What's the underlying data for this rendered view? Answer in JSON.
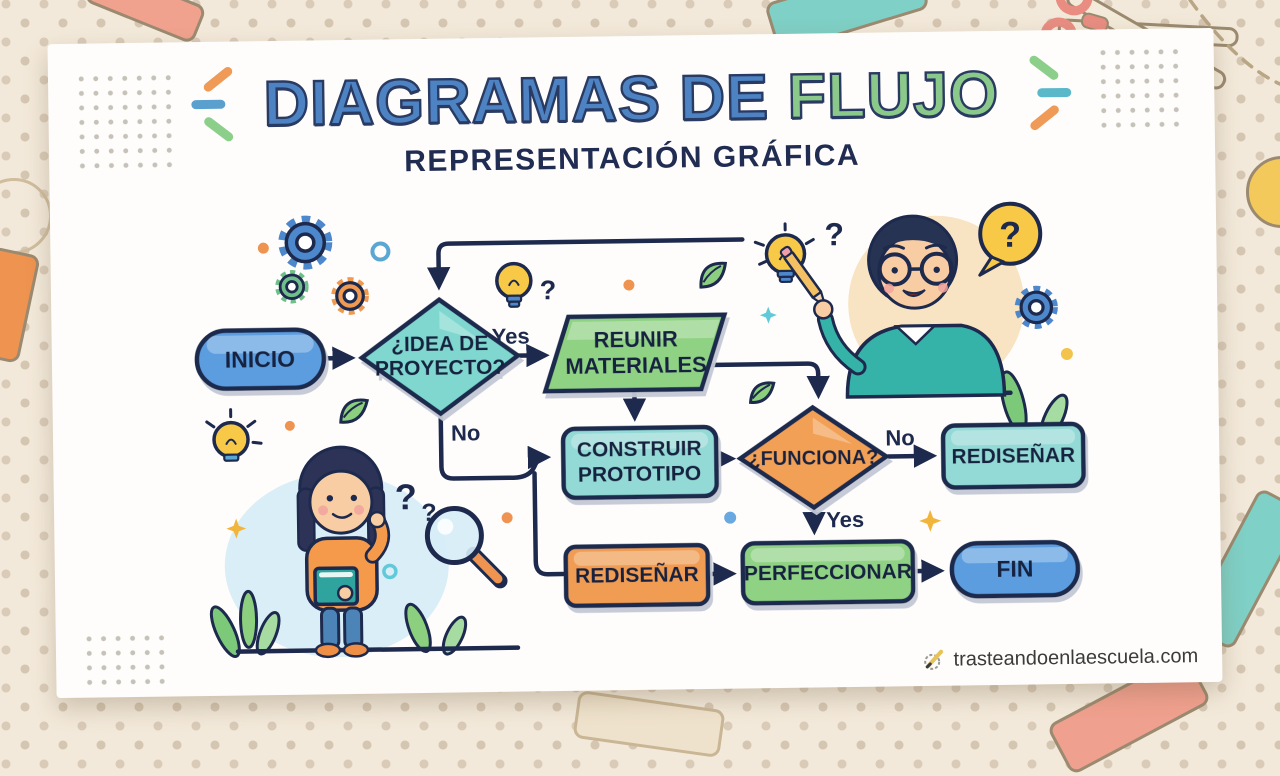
{
  "poster": {
    "title_primary": "DIAGRAMAS DE",
    "title_accent": "FLUJO",
    "subtitle": "REPRESENTACIÓN GRÁFICA",
    "watermark_text": "trasteandoenlaescuela.com"
  },
  "flowchart": {
    "nodes": {
      "inicio": {
        "label": "INICIO",
        "shape": "stadium",
        "fill": "#5b9de0"
      },
      "idea": {
        "line1": "¿IDEA DE",
        "line2": "PROYECTO?",
        "shape": "diamond",
        "fill": "#7fd7cf"
      },
      "reunir": {
        "line1": "REUNIR",
        "line2": "MATERIALES",
        "shape": "parallelogram",
        "fill": "#90d284"
      },
      "construir": {
        "line1": "CONSTRUIR",
        "line2": "PROTOTIPO",
        "shape": "rect",
        "fill": "#93d9d5"
      },
      "funciona": {
        "label": "¿FUNCIONA?",
        "shape": "diamond",
        "fill": "#f1a055"
      },
      "redisenar_loop": {
        "label": "REDISEÑAR",
        "shape": "rect",
        "fill": "#93d9d5"
      },
      "redisenar_alt": {
        "label": "REDISEÑAR",
        "shape": "rect",
        "fill": "#f09c52"
      },
      "perfeccionar": {
        "label": "PERFECCIONAR",
        "shape": "rect",
        "fill": "#90d284"
      },
      "fin": {
        "label": "FIN",
        "shape": "stadium",
        "fill": "#5b9de0"
      }
    },
    "edge_labels": {
      "idea_yes": "Yes",
      "idea_no": "No",
      "funciona_no": "No",
      "funciona_yes": "Yes"
    }
  },
  "decor": {
    "q": "?"
  },
  "colors": {
    "ink": "#1d2a4d",
    "background": "#f3e9da",
    "card": "#fefdfb",
    "title_blue": "#4d83c3",
    "title_green": "#8bc98a",
    "dash_orange": "#ef9a56",
    "dash_blue": "#5aa0cf",
    "dash_green": "#8ccf8a",
    "dash_teal": "#5bb8c9"
  }
}
